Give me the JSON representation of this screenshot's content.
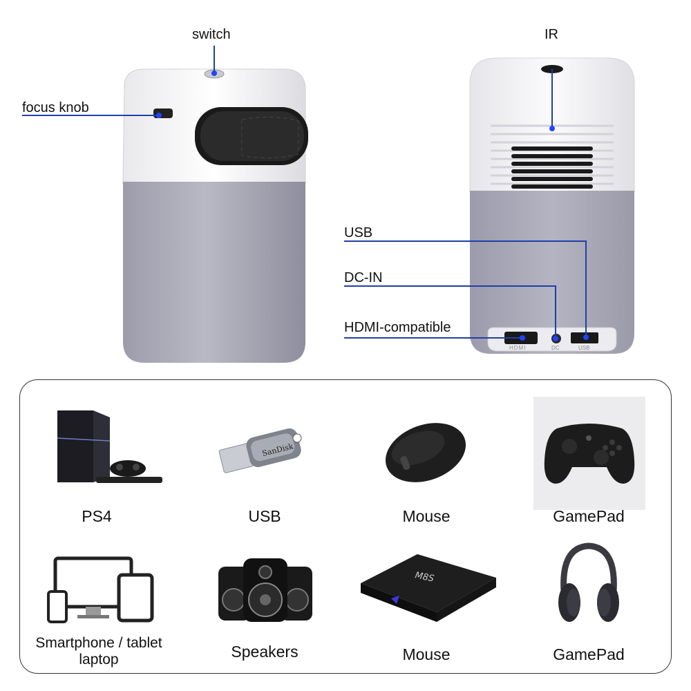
{
  "callouts": {
    "switch": "switch",
    "focus_knob": "focus knob",
    "ir": "IR",
    "usb": "USB",
    "dc_in": "DC-IN",
    "hdmi": "HDMI-compatible"
  },
  "port_labels": {
    "hdmi": "HDMI",
    "dc": "DC",
    "usb": "USB"
  },
  "devices": [
    {
      "label": "PS4",
      "icon": "ps4-console-icon"
    },
    {
      "label": "USB",
      "icon": "usb-flash-drive-icon"
    },
    {
      "label": "Mouse",
      "icon": "mouse-icon"
    },
    {
      "label": "GamePad",
      "icon": "gamepad-icon"
    },
    {
      "label": "Smartphone / tablet",
      "label2": "laptop",
      "icon": "devices-icon"
    },
    {
      "label": "Speakers",
      "icon": "speakers-icon"
    },
    {
      "label": "Mouse",
      "icon": "tv-box-icon"
    },
    {
      "label": "GamePad",
      "icon": "headphones-icon"
    }
  ],
  "tvbox_brand": "M8S",
  "colors": {
    "accent_line": "#1f3fa8",
    "accent_dot": "#2244ff",
    "body_top": "#f2f2f4",
    "body_bottom": "#a9a9b6"
  }
}
